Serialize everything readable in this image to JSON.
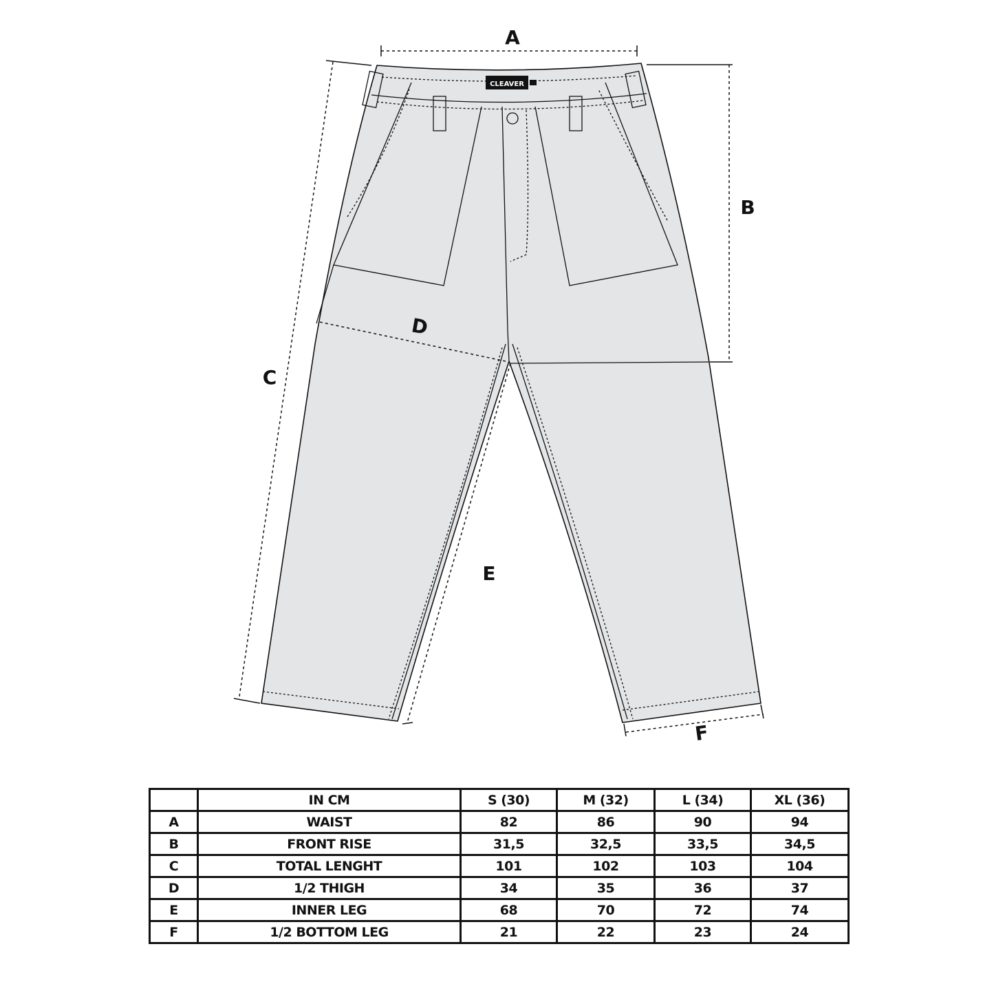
{
  "logo": "CLEAVER",
  "labels": {
    "a": "A",
    "b": "B",
    "c": "C",
    "d": "D",
    "e": "E",
    "f": "F"
  },
  "colors": {
    "garment_fill": "#e4e5e7",
    "line": "#111111"
  },
  "table": {
    "header": [
      "",
      "IN CM",
      "S (30)",
      "M (32)",
      "L (34)",
      "XL (36)"
    ],
    "rows": [
      [
        "A",
        "WAIST",
        "82",
        "86",
        "90",
        "94"
      ],
      [
        "B",
        "FRONT RISE",
        "31,5",
        "32,5",
        "33,5",
        "34,5"
      ],
      [
        "C",
        "TOTAL LENGHT",
        "101",
        "102",
        "103",
        "104"
      ],
      [
        "D",
        "1/2 THIGH",
        "34",
        "35",
        "36",
        "37"
      ],
      [
        "E",
        "INNER LEG",
        "68",
        "70",
        "72",
        "74"
      ],
      [
        "F",
        "1/2 BOTTOM LEG",
        "21",
        "22",
        "23",
        "24"
      ]
    ]
  }
}
